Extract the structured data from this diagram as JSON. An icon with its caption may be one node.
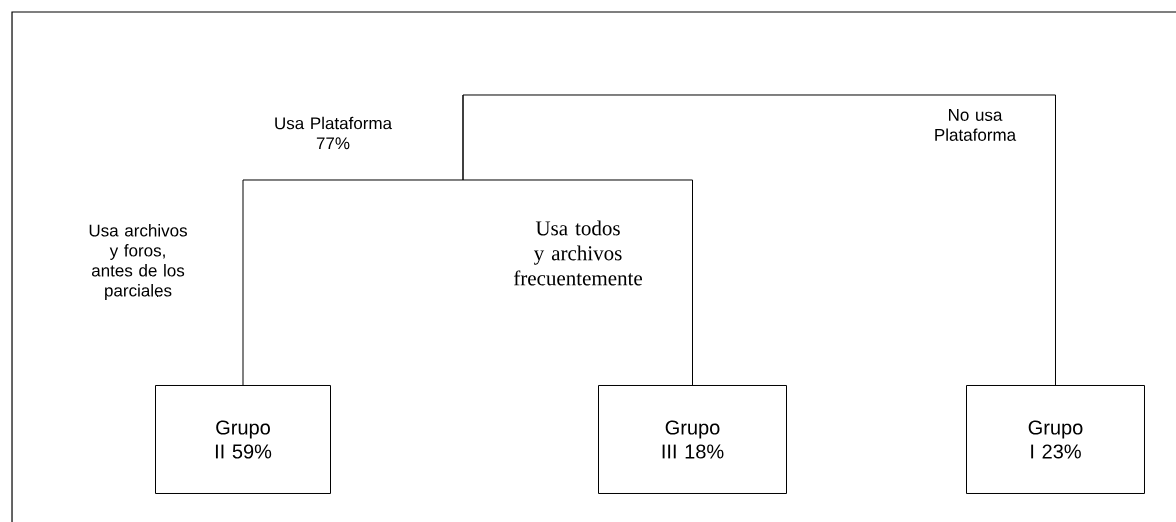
{
  "diagram": {
    "nodes": [
      {
        "text": [
          "Grupo II 59%"
        ]
      },
      {
        "text": [
          "Grupo III 18%"
        ]
      },
      {
        "text": [
          "Grupo I 23%"
        ]
      }
    ],
    "edges": [
      {
        "from": null,
        "to": 0,
        "arrow": "none",
        "label": "Usa archivos y foros, antes de los parciales"
      },
      {
        "from": null,
        "to": 1,
        "arrow": "none",
        "label": "Usa todos y archivos frecuentemente"
      },
      {
        "from": null,
        "to": 2,
        "arrow": "none",
        "label": "No usa Plataforma"
      }
    ],
    "labels": [
      "Usa Plataforma 77%"
    ]
  }
}
